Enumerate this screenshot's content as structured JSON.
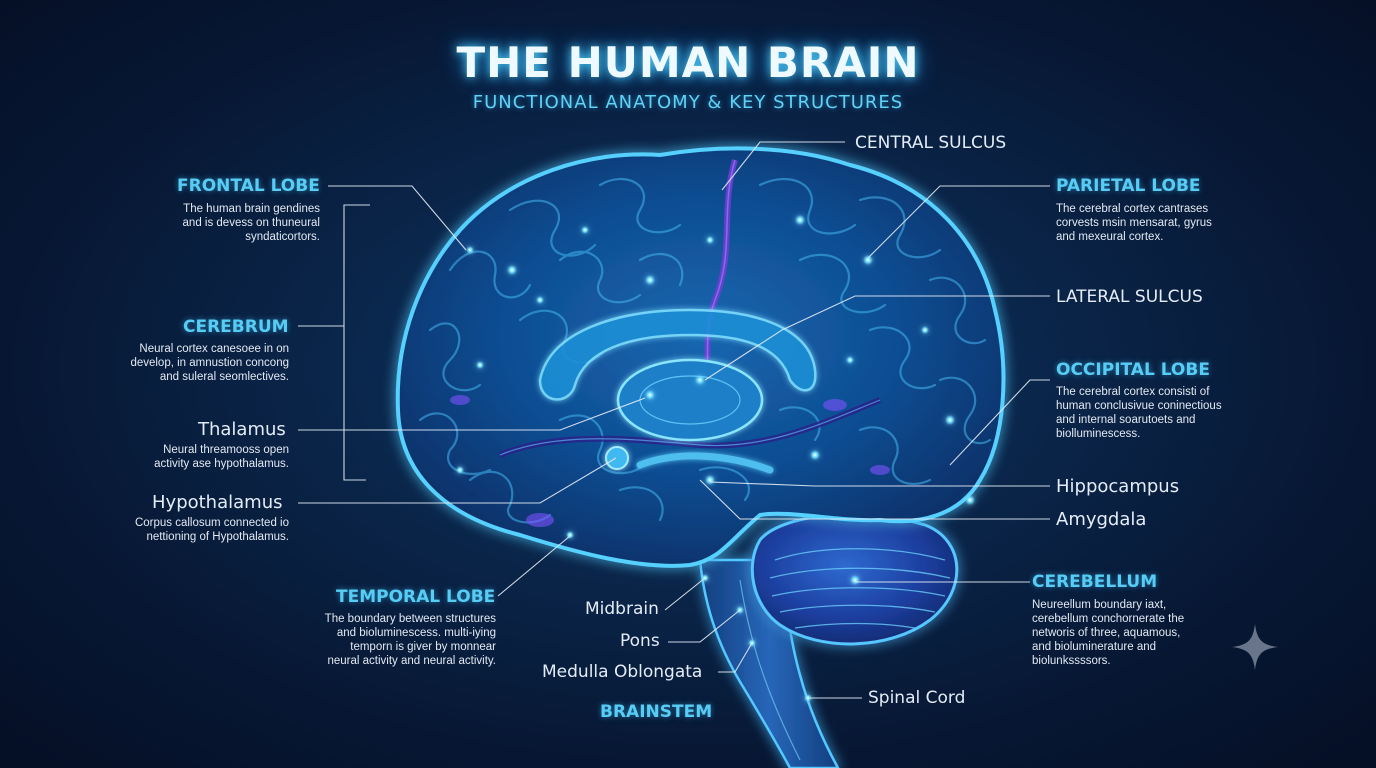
{
  "title": "THE HUMAN BRAIN",
  "subtitle": "FUNCTIONAL ANATOMY & KEY STRUCTURES",
  "left": {
    "frontal": {
      "heading": "FRONTAL LOBE",
      "lines": [
        "The human brain gendines",
        "and is devess on thuneural",
        "syndaticortors."
      ]
    },
    "cerebrum": {
      "heading": "CEREBRUM",
      "lines": [
        "Neural cortex canesoee in on",
        "develop, in amnustion concong",
        "and suleral seomlectives."
      ]
    },
    "thalamus": {
      "heading": "Thalamus",
      "lines": [
        "Neural threamooss open",
        "activity ase hypothalamus."
      ]
    },
    "hypothalamus": {
      "heading": "Hypothalamus",
      "lines": [
        "Corpus callosum connected io",
        "nettioning of Hypothalamus."
      ]
    },
    "temporal": {
      "heading": "TEMPORAL LOBE",
      "lines": [
        "The boundary between structures",
        "and bioluminescess. multi-iying",
        "temporn is giver by monnear",
        "neural activity and neural activity."
      ]
    }
  },
  "right": {
    "central_sulcus": "CENTRAL SULCUS",
    "parietal": {
      "heading": "PARIETAL LOBE",
      "lines": [
        "The cerebral cortex cantrases",
        "corvests msin mensarat, gyrus",
        "and mexeural cortex."
      ]
    },
    "lateral_sulcus": "LATERAL SULCUS",
    "occipital": {
      "heading": "OCCIPITAL LOBE",
      "lines": [
        "The cerebral cortex consisti of",
        "human conclusivue coninectious",
        "and internal soarutoets and",
        "biolluminescess."
      ]
    },
    "hippocampus": "Hippocampus",
    "amygdala": "Amygdala",
    "cerebellum": {
      "heading": "CEREBELLUM",
      "lines": [
        "Neureellum boundary iaxt,",
        "cerebellum conchornerate the",
        "networis of three, aquamous,",
        "and bioluminerature and",
        "biolunkssssors."
      ]
    }
  },
  "bottom": {
    "midbrain": "Midbrain",
    "pons": "Pons",
    "medulla": "Medulla Oblongata",
    "brainstem": "BRAINSTEM",
    "spinal_cord": "Spinal Cord"
  },
  "colors": {
    "background": "#071733",
    "accent": "#57cdf5",
    "glow": "#4fd1ff",
    "brain_fill": "#0d4a8a",
    "purple": "#5b3fc4",
    "text": "#e4ecf6"
  },
  "icons": {
    "corner": "sparkle-icon"
  }
}
